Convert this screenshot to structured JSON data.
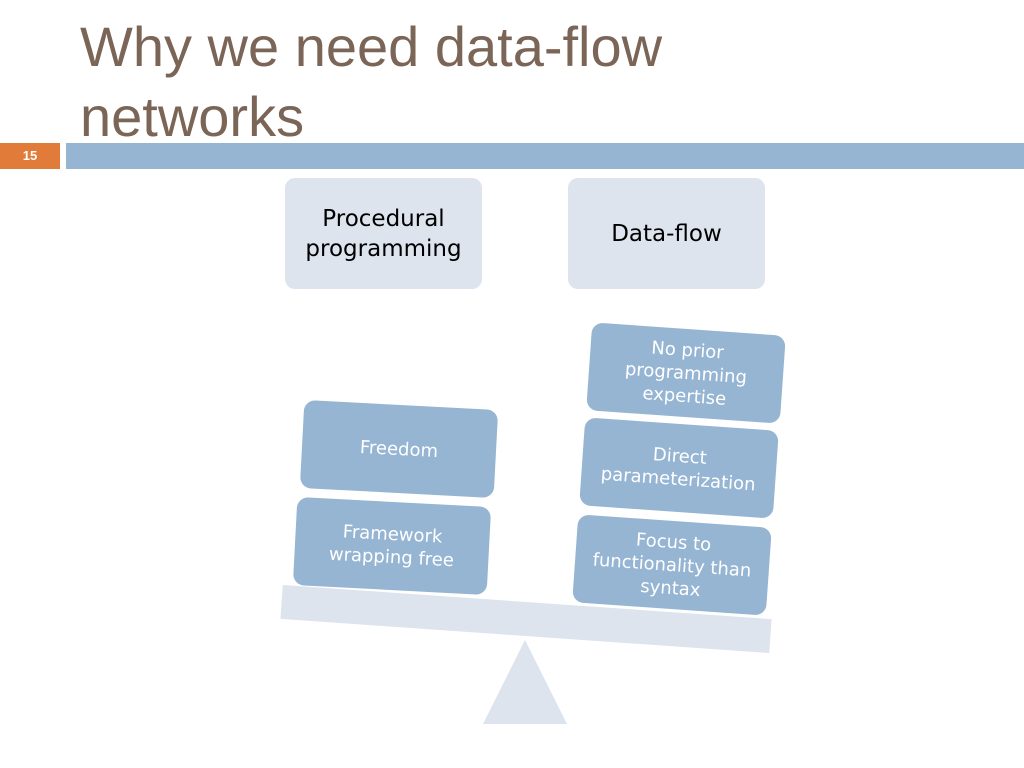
{
  "slide": {
    "title_lines": [
      "Why we need data-flow",
      "networks"
    ],
    "number": "15"
  },
  "colors": {
    "title": "#7b6557",
    "accent_orange": "#e07b39",
    "header_bar": "#95b5d3",
    "weight_fill": "#95b5d3",
    "light_fill": "#dde4ee"
  },
  "diagram": {
    "left_header": {
      "lines": [
        "Procedural",
        "programming"
      ]
    },
    "right_header": {
      "lines": [
        "Data-flow"
      ]
    },
    "left_weights": [
      {
        "lines": [
          "Freedom"
        ]
      },
      {
        "lines": [
          "Framework",
          "wrapping free"
        ]
      }
    ],
    "right_weights": [
      {
        "lines": [
          "No prior",
          "programming",
          "expertise"
        ]
      },
      {
        "lines": [
          "Direct",
          "parameterization"
        ]
      },
      {
        "lines": [
          "Focus to",
          "functionality than",
          "syntax"
        ]
      }
    ]
  }
}
